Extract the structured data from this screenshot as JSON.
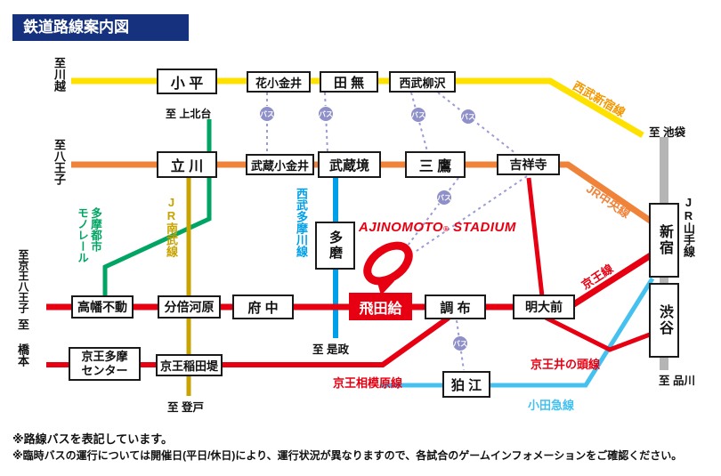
{
  "title": "鉄道路線案内図",
  "theme": {
    "title_bg": "#16317d",
    "stadium_red": "#e60012",
    "bus_fill": "#8f8fc9",
    "bus_dotted_line": "#9b9bd6"
  },
  "stations": {
    "kodaira": "小 平",
    "hanakoganei": "花小金井",
    "tanashi": "田 無",
    "seibu_yagisawa": "西武柳沢",
    "tachikawa": "立 川",
    "musashi_koganei": "武蔵小金井",
    "musashisakai": "武蔵境",
    "mitaka": "三 鷹",
    "kichijoji": "吉祥寺",
    "tama": "多磨",
    "takahatafudo": "高幡不動",
    "bubaigawara": "分倍河原",
    "fuchu": "府 中",
    "tobitakyu": "飛田給",
    "chofu": "調 布",
    "meidaimae": "明大前",
    "keio_tama_center": "京王多摩\nセンター",
    "keio_inadazutsumi": "京王稲田堤",
    "komae": "狛 江",
    "shinjuku": "新宿",
    "shibuya": "渋谷"
  },
  "lines": {
    "seibu_shinjuku": {
      "label": "西武新宿線",
      "color": "#ffe100",
      "label_color": "#f39800"
    },
    "jr_chuo": {
      "label": "JR中央線",
      "color": "#f0833a"
    },
    "tama_monorail": {
      "label": "多摩都市\nモノレール",
      "color": "#00a563"
    },
    "jr_nambu": {
      "label": "JR南武線",
      "color": "#c9a300"
    },
    "seibu_tamagawa": {
      "label": "西武多摩川線",
      "color": "#00a0e9"
    },
    "keio": {
      "label": "京王線",
      "color": "#e60012"
    },
    "keio_inokashira": {
      "label": "京王井の頭線",
      "color": "#e60012"
    },
    "keio_sagamihara": {
      "label": "京王相模原線",
      "color": "#e60012"
    },
    "odakyu": {
      "label": "小田急線",
      "color": "#45c1f0"
    },
    "jr_yamanote": {
      "label": "JR山手線",
      "color": "#b5b5b6"
    }
  },
  "destinations": {
    "kawagoe": "至川越",
    "hachioji": "至八王子",
    "kamikitadai": "至 上北台",
    "keio_hachioji": "至京王八王子",
    "hashimoto": "至 橋本",
    "koremasa": "至 是政",
    "noborito": "至 登戸",
    "ikebukuro": "至 池袋",
    "shinagawa": "至 品川"
  },
  "stadium": {
    "name_a": "AJINOMOTO",
    "reg": "®",
    "name_b": " STADIUM"
  },
  "bus": {
    "label": "バス"
  },
  "notes": {
    "line1": "※路線バスを表記しています。",
    "line2": "※臨時バスの運行については開催日(平日/休日)により、運行状況が異なりますので、各試合のゲームインフォメーションをご確認ください。"
  }
}
